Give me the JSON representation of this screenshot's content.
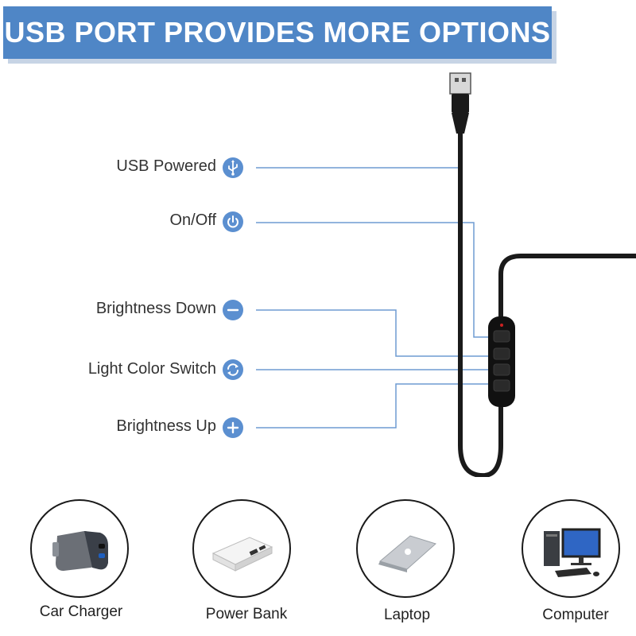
{
  "banner": {
    "title": "USB PORT PROVIDES MORE OPTIONS"
  },
  "colors": {
    "accent": "#5b8fd0",
    "banner": "#4f86c6",
    "cable": "#1a1a1a"
  },
  "features": [
    {
      "label": "USB Powered",
      "icon": "usb-icon"
    },
    {
      "label": "On/Off",
      "icon": "power-icon"
    },
    {
      "label": "Brightness Down",
      "icon": "minus-icon"
    },
    {
      "label": "Light Color Switch",
      "icon": "switch-icon"
    },
    {
      "label": "Brightness Up",
      "icon": "plus-icon"
    }
  ],
  "devices": [
    {
      "label": "Car Charger",
      "icon": "car-charger-icon"
    },
    {
      "label": "Power Bank",
      "icon": "power-bank-icon"
    },
    {
      "label": "Laptop",
      "icon": "laptop-icon"
    },
    {
      "label": "Computer",
      "icon": "computer-icon"
    }
  ]
}
